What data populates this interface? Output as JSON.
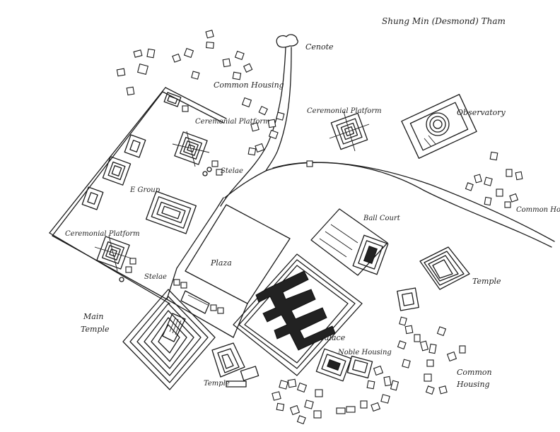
{
  "author": "Shung Min (Desmond) Tham",
  "labels": {
    "cenote": "Cenote",
    "common_housing_north": "Common Housing",
    "ceremonial_platform_west": "Ceremonial Platform",
    "ceremonial_platform_north": "Ceremonial Platform",
    "observatory": "Observatory",
    "stelae_north": "Stelae",
    "e_group": "E Group",
    "common_housing_east": "Common Housing",
    "ball_court": "Ball Court",
    "ceremonial_platform_southwest": "Ceremonial Platform",
    "plaza": "Plaza",
    "temple_east": "Temple",
    "stelae_south": "Stelae",
    "main_temple": "Main Temple",
    "palace": "Palace",
    "noble_housing": "Noble Housing",
    "common_housing_south": "Common Housing",
    "temple_south": "Temple"
  }
}
